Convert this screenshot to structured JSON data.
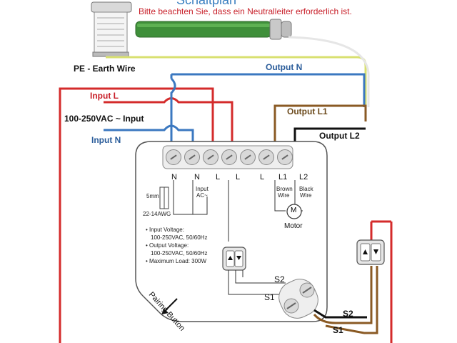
{
  "title_partial": "Schaltplan",
  "notice": "Bitte beachten Sie, dass ein Neutralleiter erforderlich ist.",
  "labels": {
    "pe": "PE - Earth Wire",
    "output_n": "Output N",
    "input_l": "Input L",
    "input_voltage": "100-250VAC ~ Input",
    "input_n": "Input N",
    "output_l1": "Output L1",
    "output_l2": "Output L2",
    "s2_inner": "S2",
    "s1_inner": "S1",
    "s2_outer": "S2",
    "s1_outer": "S1",
    "pairing_button": "Pairing Button",
    "motor": "Motor",
    "motor_symbol": "M"
  },
  "terminals": [
    "N",
    "N",
    "L",
    "L",
    "L",
    "L1",
    "L2"
  ],
  "terminal_sublabels": {
    "input_ac_1": "Input",
    "input_ac_2": "AC~",
    "brown_1": "Brown",
    "brown_2": "Wire",
    "black_1": "Black",
    "black_2": "Wire"
  },
  "strip": {
    "length": "5mm",
    "gauge": "22-14AWG"
  },
  "specs": [
    "• Input Voltage:",
    "100-250VAC, 50/60Hz",
    "• Output Voltage:",
    "100-250VAC, 50/60Hz",
    "• Maximum Load: 300W"
  ],
  "colors": {
    "red_wire": "#d42b2b",
    "blue_wire": "#3b78c0",
    "brown_wire": "#8a5a24",
    "black_wire": "#111111",
    "earth_wire": "#d8e070",
    "tube_green": "#3f8f3a"
  }
}
